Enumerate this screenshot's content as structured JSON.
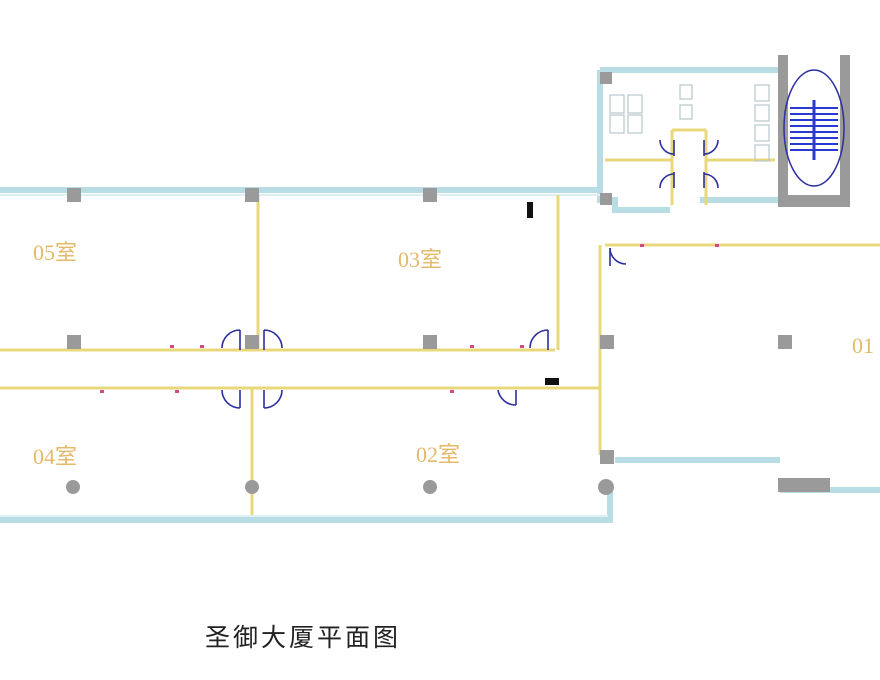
{
  "rooms": {
    "r05": "05室",
    "r03": "03室",
    "r04": "04室",
    "r02": "02室",
    "r01": "01"
  },
  "caption": "圣御大厦平面图",
  "colors": {
    "wall_outer": "#b8dde4",
    "wall_inner": "#e8d87a",
    "column": "#9a9a9a",
    "door": "#2b2fa0",
    "stair": "#2a3ad0",
    "label": "#e3b96a"
  }
}
